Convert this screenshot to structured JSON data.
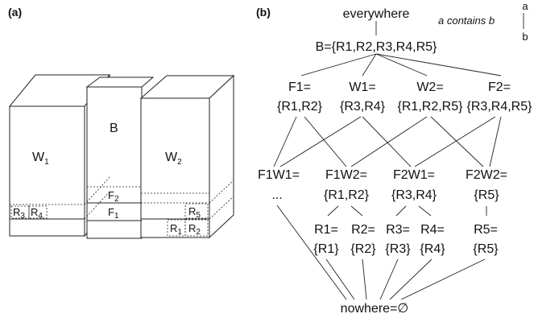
{
  "panels": {
    "a": "(a)",
    "b": "(b)"
  },
  "legend": {
    "top": "a",
    "middle": "a contains b",
    "bottom": "b"
  },
  "building": {
    "W1": "W",
    "W1_sub": "1",
    "B": "B",
    "W2": "W",
    "W2_sub": "2",
    "F1": "F",
    "F1_sub": "1",
    "F2": "F",
    "F2_sub": "2",
    "R3": "R",
    "R3_sub": "3",
    "R4": "R",
    "R4_sub": "4",
    "R5": "R",
    "R5_sub": "5",
    "R1": "R",
    "R1_sub": "1",
    "R2": "R",
    "R2_sub": "2"
  },
  "lattice": {
    "everywhere": "everywhere",
    "B": "B={R1,R2,R3,R4,R5}",
    "F1": "F1=",
    "F1_set": "{R1,R2}",
    "W1": "W1=",
    "W1_set": "{R3,R4}",
    "W2": "W2=",
    "W2_set": "{R1,R2,R5}",
    "F2": "F2=",
    "F2_set": "{R3,R4,R5}",
    "F1W1": "F1W1=",
    "F1W1_set": "...",
    "F1W2": "F1W2=",
    "F1W2_set": "{R1,R2}",
    "F2W1": "F2W1=",
    "F2W1_set": "{R3,R4}",
    "F2W2": "F2W2=",
    "F2W2_set": "{R5}",
    "R1": "R1=",
    "R1_set": "{R1}",
    "R2": "R2=",
    "R2_set": "{R2}",
    "R3": "R3=",
    "R3_set": "{R3}",
    "R4": "R4=",
    "R4_set": "{R4}",
    "R5": "R5=",
    "R5_set": "{R5}",
    "nowhere": "nowhere=∅"
  }
}
